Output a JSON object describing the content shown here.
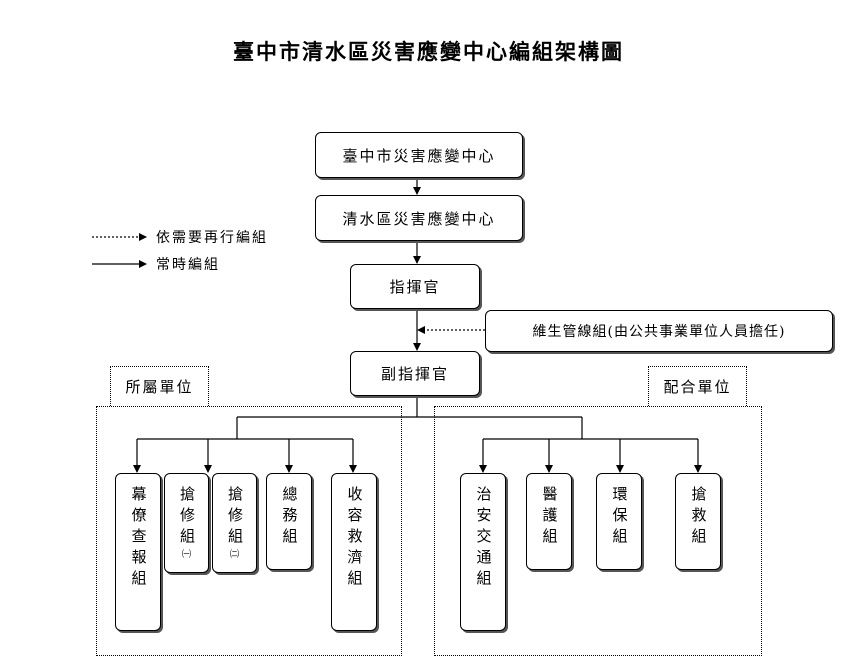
{
  "title": "臺中市清水區災害應變中心編組架構圖",
  "legend": {
    "dashed_label": "依需要再行編組",
    "solid_label": "常時編組"
  },
  "nodes": {
    "city_center": "臺中市災害應變中心",
    "district_center": "清水區災害應變中心",
    "commander": "指揮官",
    "lifeline_group": "維生管線組(由公共事業單位人員擔任)",
    "deputy_commander": "副指揮官"
  },
  "regions": {
    "affiliated_label": "所屬單位",
    "cooperating_label": "配合單位"
  },
  "affiliated_groups": [
    {
      "label": "幕僚查報組",
      "sub": ""
    },
    {
      "label": "搶修組",
      "sub": "㈠"
    },
    {
      "label": "搶修組",
      "sub": "㈡"
    },
    {
      "label": "總務組",
      "sub": ""
    },
    {
      "label": "收容救濟組",
      "sub": ""
    }
  ],
  "cooperating_groups": [
    {
      "label": "治安交通組",
      "sub": ""
    },
    {
      "label": "醫護組",
      "sub": ""
    },
    {
      "label": "環保組",
      "sub": ""
    },
    {
      "label": "搶救組",
      "sub": ""
    }
  ]
}
